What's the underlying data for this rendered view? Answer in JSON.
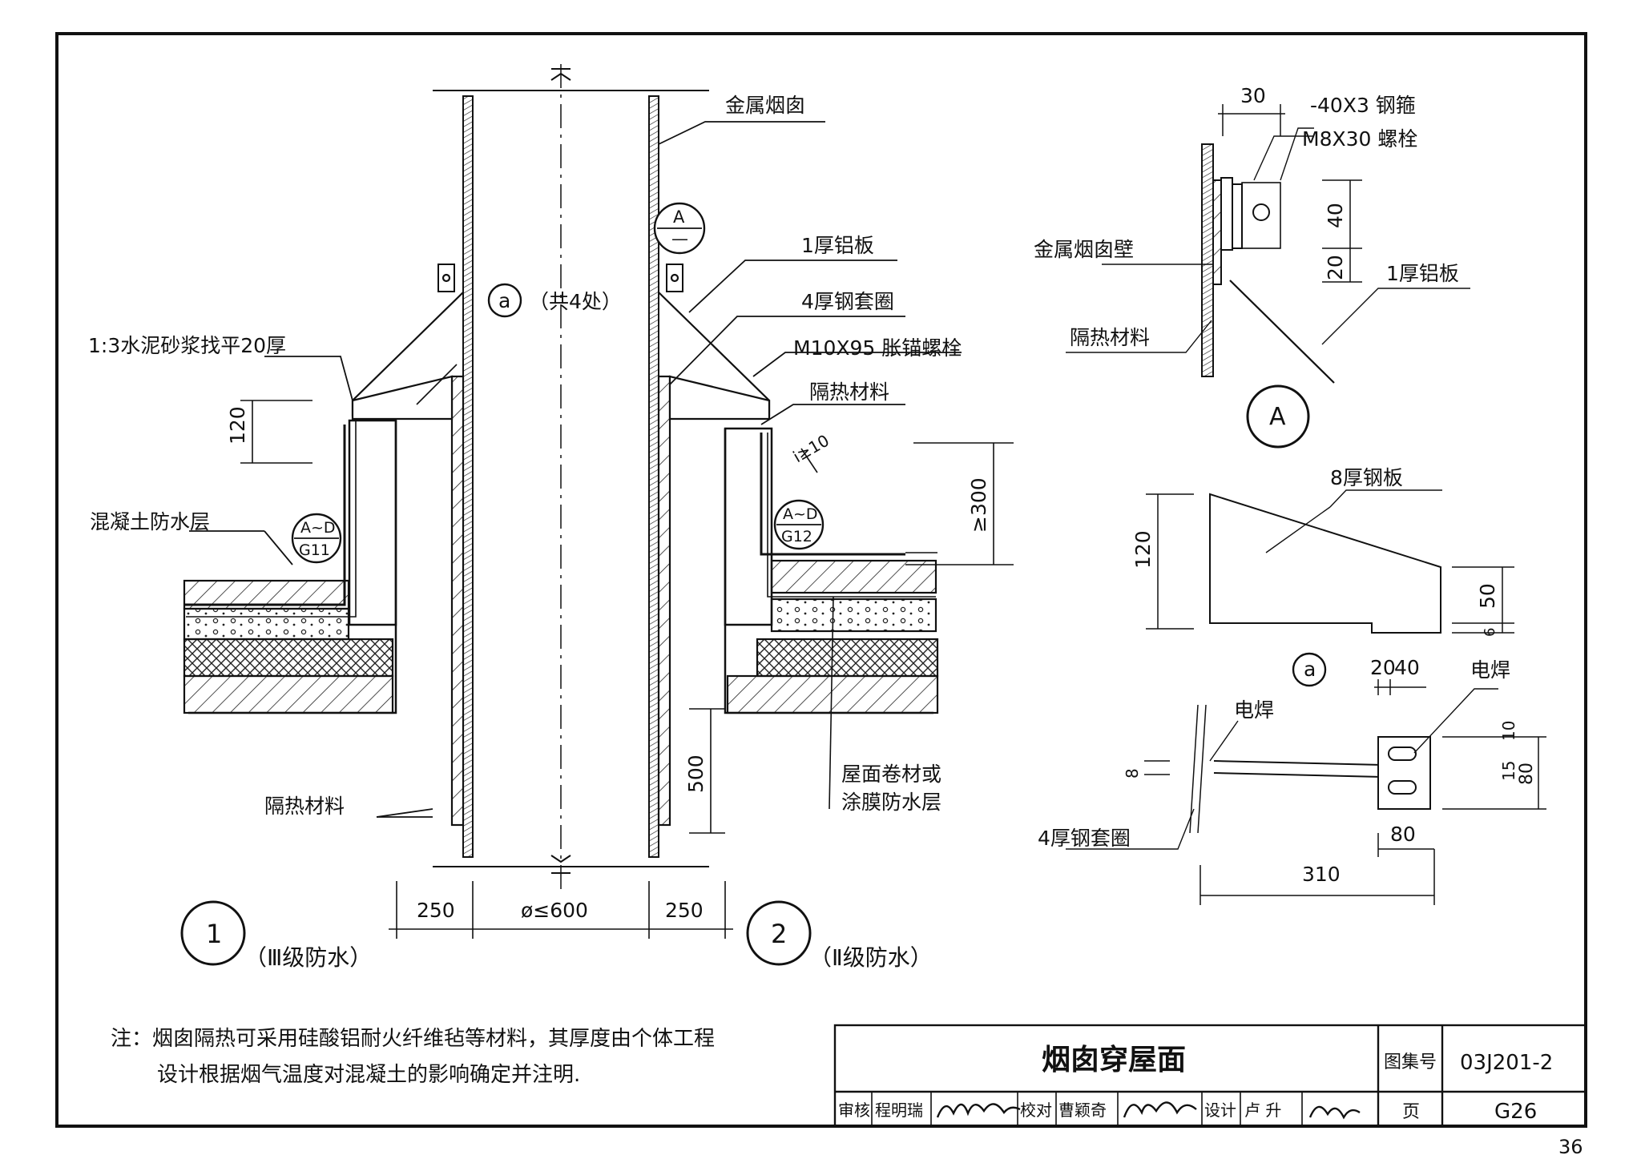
{
  "drawing": {
    "labels": {
      "metal_chimney": "金属烟囱",
      "alum_1mm_left": "1厚铝板",
      "steel_sleeve_4": "4厚钢套圈",
      "anchor_bolt": "M10X95 胀锚螺栓",
      "insulation_upper": "隔热材料",
      "mortar": "1:3水泥砂浆找平20厚",
      "concrete_wp": "混凝土防水层",
      "insulation_lower": "隔热材料",
      "roof_membrane_1": "屋面卷材或",
      "roof_membrane_2": "涂膜防水层",
      "qty_four": "（共4处）",
      "detail_a_small": "a",
      "ref_A_top": "A",
      "ref_A_bottom": "—",
      "ref_g11_top": "A~D",
      "ref_g11_bottom": "G11",
      "ref_g12_top": "A~D",
      "ref_g12_bottom": "G12",
      "fig1_num": "1",
      "fig1_cap": "（Ⅲ级防水）",
      "fig2_num": "2",
      "fig2_cap": "（Ⅱ级防水）"
    },
    "dims": {
      "d120": "120",
      "d300": "≥300",
      "d500": "500",
      "d250_l": "250",
      "d600": "ø≤600",
      "d250_r": "250",
      "d_i10": "i≥10"
    },
    "detail_A": {
      "d30": "30",
      "steel_hoop": "-40X3  钢箍",
      "bolt": "M8X30  螺栓",
      "wall": "金属烟囱壁",
      "insulation": "隔热材料",
      "alum": "1厚铝板",
      "d40": "40",
      "d20": "20",
      "title": "A"
    },
    "detail_a": {
      "plate_label": "8厚钢板",
      "d120": "120",
      "d50": "50",
      "d6": "6",
      "title": "a",
      "d20": "20",
      "d40": "40",
      "weld_right": "电焊",
      "weld_left": "电焊",
      "d8": "8",
      "d10": "10",
      "d15": "15",
      "d80v": "80",
      "sleeve": "4厚钢套圈",
      "d80h": "80",
      "d310": "310"
    }
  },
  "note": {
    "line1": "注：烟囱隔热可采用硅酸铝耐火纤维毡等材料，其厚度由个体工程",
    "line2": "设计根据烟气温度对混凝土的影响确定并注明."
  },
  "title_block": {
    "title": "烟囱穿屋面",
    "atlas_label": "图集号",
    "atlas_no": "03J201-2",
    "page_label": "页",
    "page_no": "G26",
    "review_label": "审核",
    "reviewer": "程明瑞",
    "check_label": "校对",
    "checker": "曹颖奇",
    "design_label": "设计",
    "designer": "卢 升"
  },
  "page_number": "36"
}
